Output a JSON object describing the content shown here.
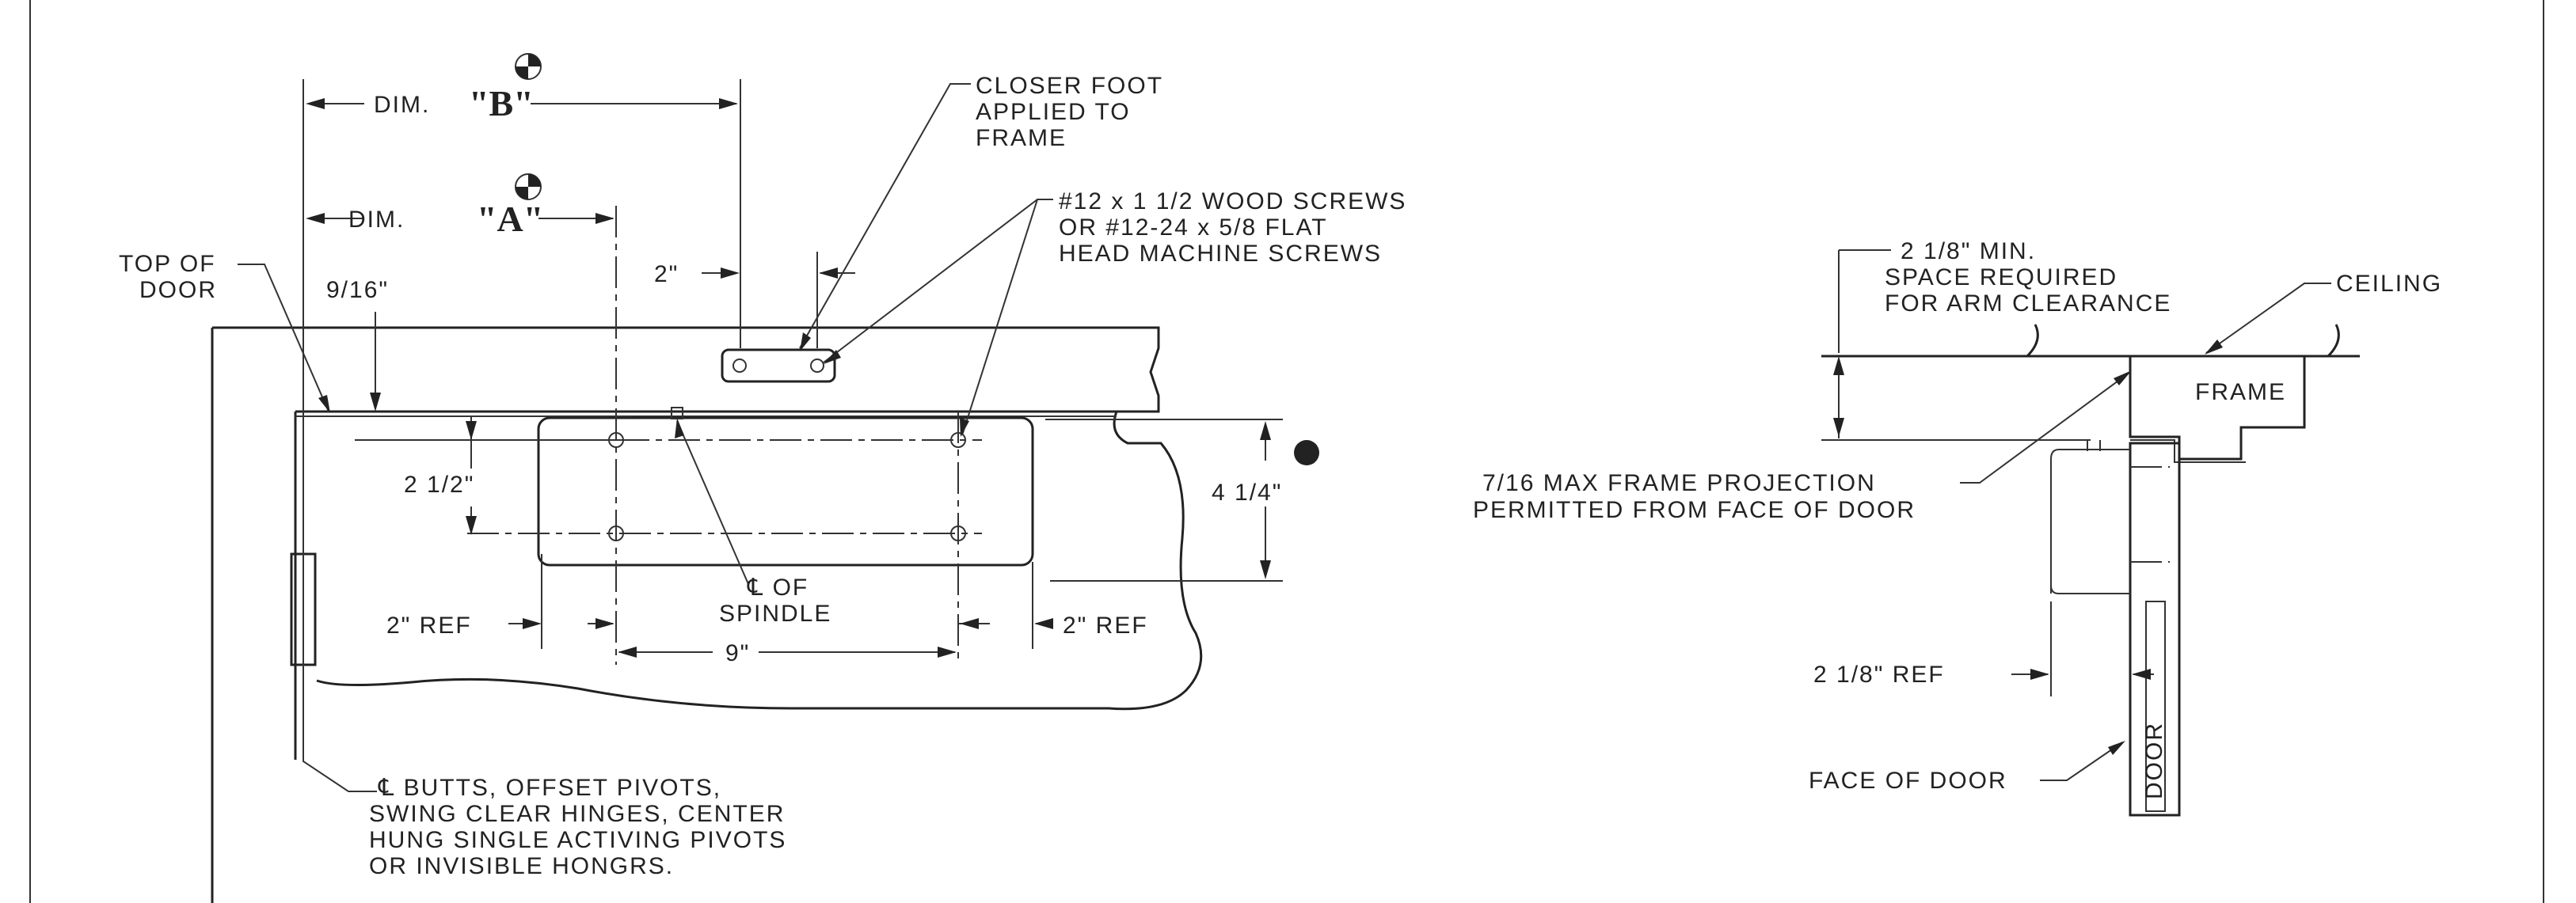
{
  "labels": {
    "dim_b_prefix": "DIM.",
    "dim_b_letter": "\"B\"",
    "dim_a_prefix": "DIM.",
    "dim_a_letter": "\"A\"",
    "closer_foot_1": "CLOSER FOOT",
    "closer_foot_2": "APPLIED TO",
    "closer_foot_3": "FRAME",
    "screws_1": "#12 x 1 1/2 WOOD SCREWS",
    "screws_2": "OR #12-24 x 5/8 FLAT",
    "screws_3": "HEAD MACHINE SCREWS",
    "top_of_door_1": "TOP OF",
    "top_of_door_2": "DOOR",
    "dim_9_16": "9/16\"",
    "dim_2": "2\"",
    "dim_2_1_2": "2 1/2\"",
    "dim_4_1_4": "4 1/4\"",
    "spindle_1": "℄ OF",
    "spindle_2": "SPINDLE",
    "dim_2_ref_left": "2\" REF",
    "dim_2_ref_right": "2\" REF",
    "dim_9": "9\"",
    "butts_1": "℄ BUTTS, OFFSET PIVOTS,",
    "butts_2": "SWING CLEAR HINGES, CENTER",
    "butts_3": "HUNG SINGLE ACTIVING PIVOTS",
    "butts_4": "OR INVISIBLE HONGRS.",
    "min_space_1": "2 1/8\" MIN.",
    "min_space_2": "SPACE REQUIRED",
    "min_space_3": "FOR ARM CLEARANCE",
    "ceiling": "CEILING",
    "frame": "FRAME",
    "projection_1": "7/16 MAX FRAME PROJECTION",
    "projection_2": "PERMITTED FROM FACE OF DOOR",
    "dim_2_1_8_ref": "2 1/8\" REF",
    "face_of_door": "FACE OF DOOR",
    "door": "DOOR"
  },
  "colors": {
    "line": "#222222",
    "paper": "#ffffff"
  }
}
